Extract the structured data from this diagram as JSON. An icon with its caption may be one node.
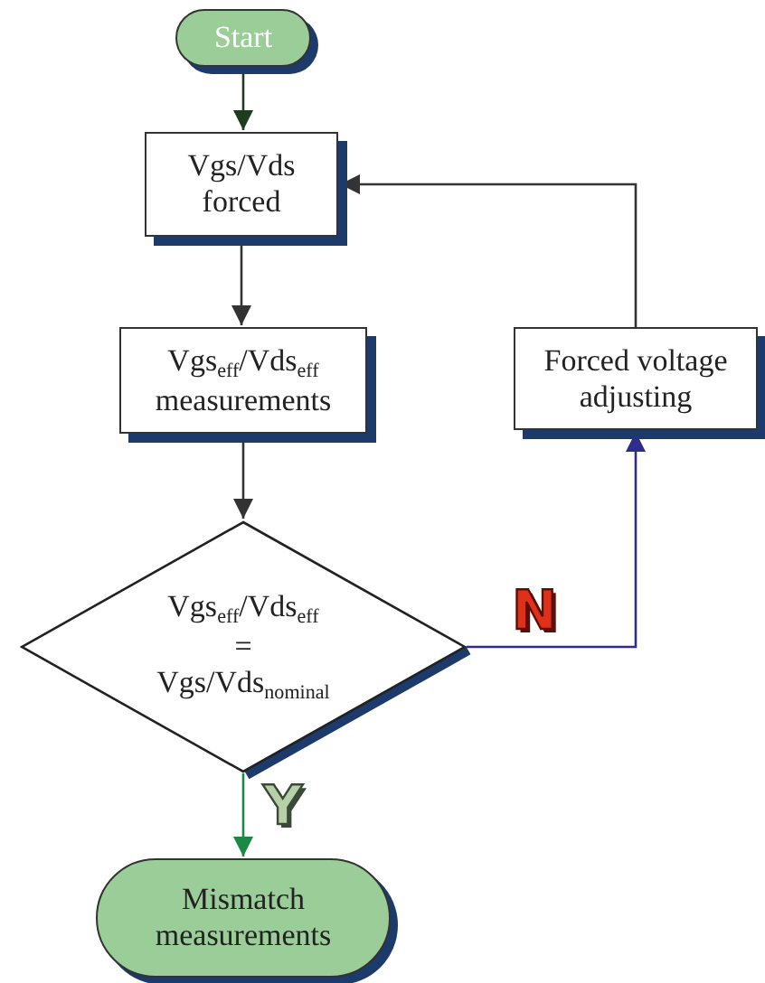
{
  "diagram": {
    "nodes": [
      {
        "text": [
          "Start"
        ]
      },
      {
        "text": [
          "Vgs/Vds forced"
        ]
      },
      {
        "text": [
          "Vgs$_{eff}$/Vds$_{eff}$ measurements"
        ]
      },
      {
        "text": [
          "Forced voltage adjusting"
        ]
      },
      {
        "text": [
          "Vgs$_{eff}$/Vds$_{eff}$ = Vgs/Vds$_{nominal}$"
        ]
      },
      {
        "text": [
          "Mismatch measurements"
        ]
      }
    ],
    "edges": [
      {
        "from": 0,
        "to": 1,
        "arrow": "to",
        "color": "#1e3d1e"
      },
      {
        "from": 1,
        "to": 2,
        "arrow": "to"
      },
      {
        "from": 2,
        "to": 4,
        "arrow": "to"
      },
      {
        "from": 4,
        "to": 3,
        "arrow": "to",
        "label": "N",
        "color": "#2e2e8a"
      },
      {
        "from": 3,
        "to": 1,
        "arrow": "to"
      },
      {
        "from": 4,
        "to": 5,
        "arrow": "to",
        "label": "Y",
        "color": "#1a8a45"
      }
    ]
  }
}
